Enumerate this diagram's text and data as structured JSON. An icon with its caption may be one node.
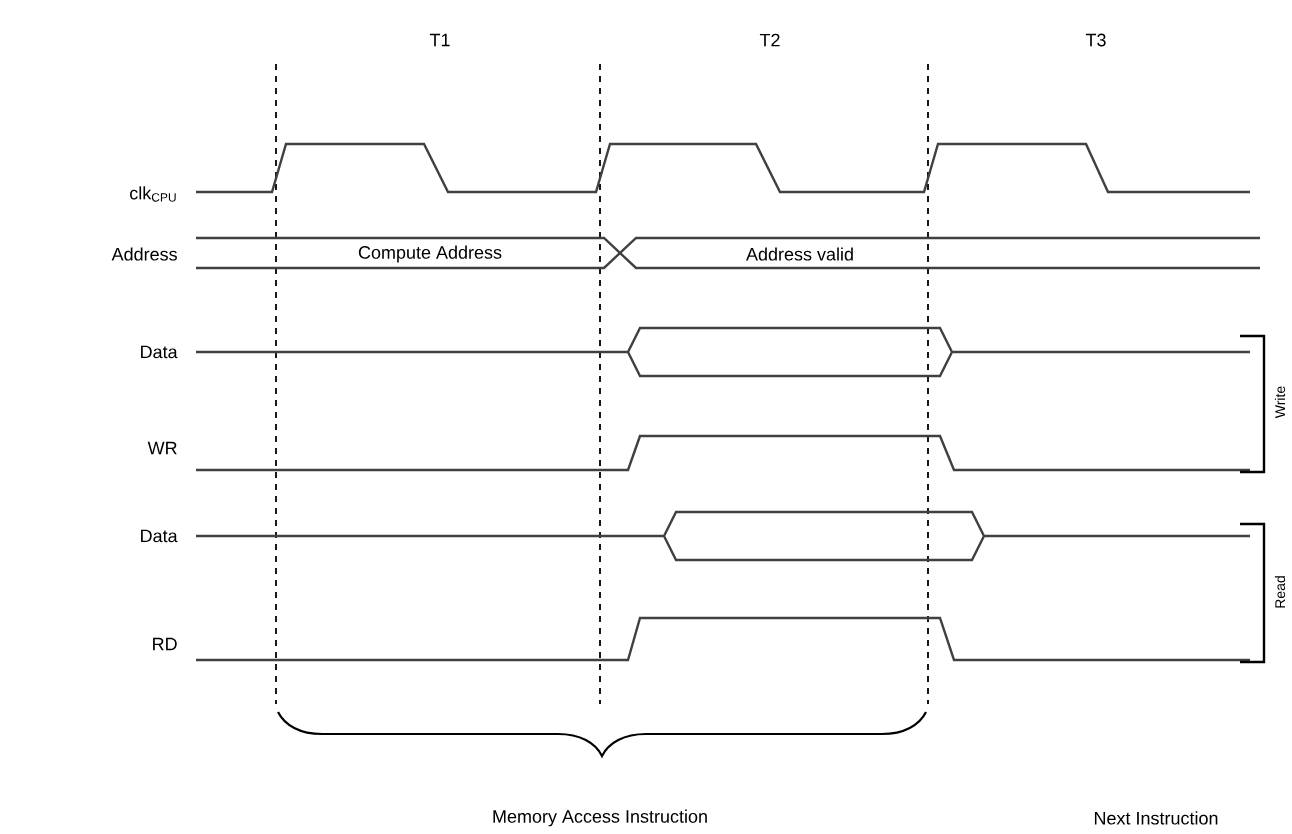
{
  "diagram": {
    "labels": [
      "T1",
      "T2",
      "T3",
      "clk$_{CPU}$",
      "Address",
      "Compute Address",
      "Address valid",
      "Data",
      "WR",
      "Data",
      "RD",
      "Write",
      "Read",
      "Memory Access Instruction",
      "Next Instruction"
    ]
  }
}
